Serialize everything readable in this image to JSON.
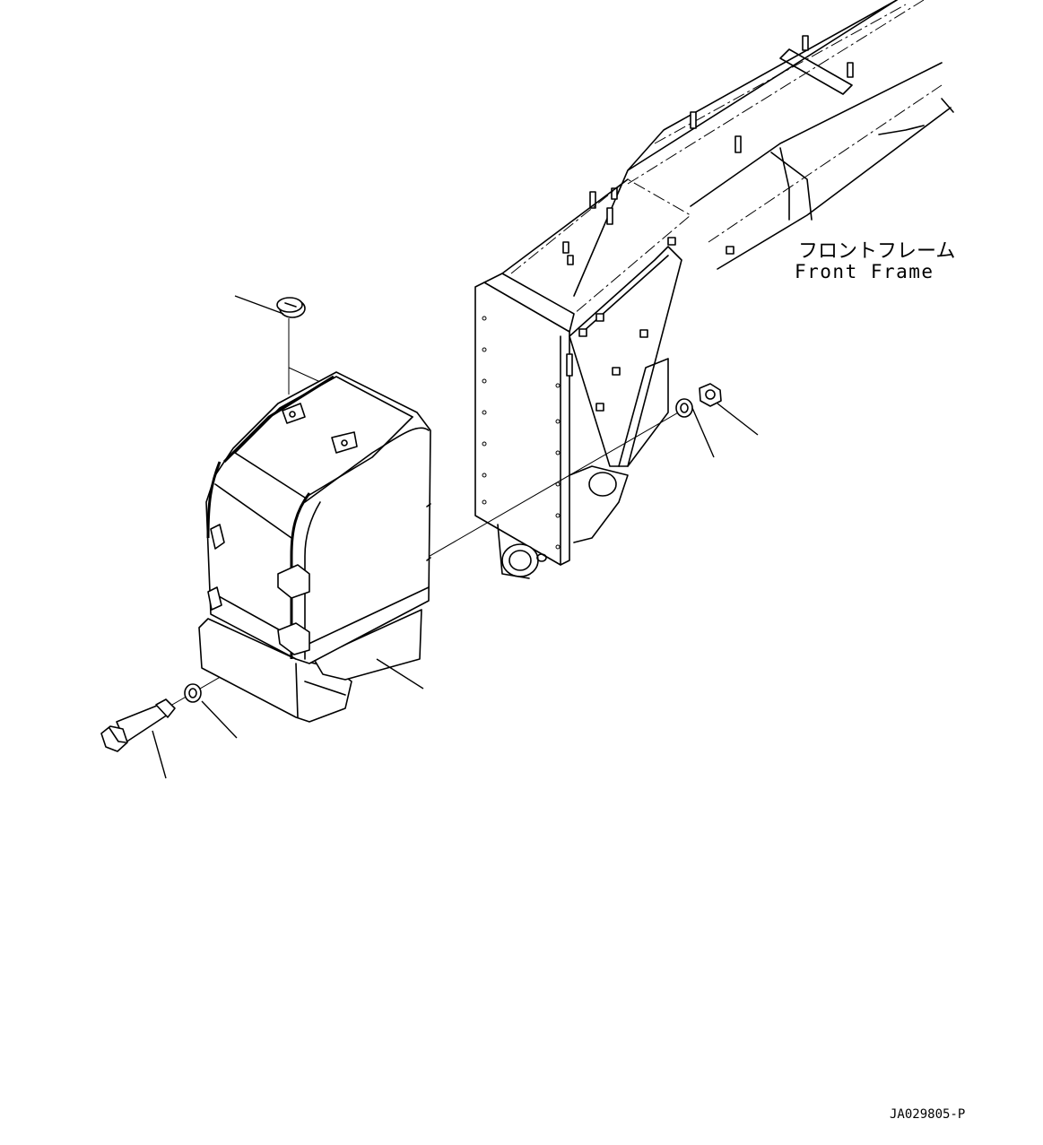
{
  "labels": {
    "front_frame_jp": "フロントフレーム",
    "front_frame_en": "Front Frame",
    "drawing_number": "JA029805-P"
  },
  "colors": {
    "line": "#000000",
    "background": "#ffffff"
  }
}
